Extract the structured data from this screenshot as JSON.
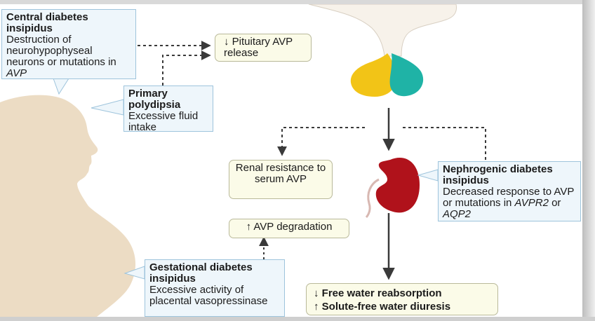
{
  "central": {
    "title": "Central diabetes insipidus",
    "body_prefix": "Destruction of neurohypophyseal neurons or mutations in ",
    "gene": "AVP"
  },
  "primary": {
    "title": "Primary polydipsia",
    "body": "Excessive fluid intake"
  },
  "pituitary_release": "↓ Pituitary AVP release",
  "renal_resistance": "Renal resistance to serum AVP",
  "nephrogenic": {
    "title": "Nephrogenic diabetes insipidus",
    "body_prefix": "Decreased response to AVP or mutations in ",
    "gene1": "AVPR2",
    "joiner": " or ",
    "gene2": "AQP2"
  },
  "avp_degradation": "↑ AVP degradation",
  "gestational": {
    "title": "Gestational diabetes insipidus",
    "body": "Excessive activity of placental vasopressinase"
  },
  "outcome": {
    "line1": "↓ Free water reabsorption",
    "line2": "↑ Solute-free water diuresis"
  },
  "colors": {
    "silhouette": "#ecdcc4",
    "pituitary_stalk": "#f7f2ea",
    "posterior_lobe": "#f2c417",
    "anterior_lobe": "#1fb3a6",
    "kidney": "#b0121b",
    "callout_fill": "#eef6fb",
    "pill_fill": "#fbfbe8",
    "arrow": "#3a3a3a"
  },
  "icons": [
    "woman-silhouette",
    "pituitary-gland",
    "kidney-icon"
  ]
}
